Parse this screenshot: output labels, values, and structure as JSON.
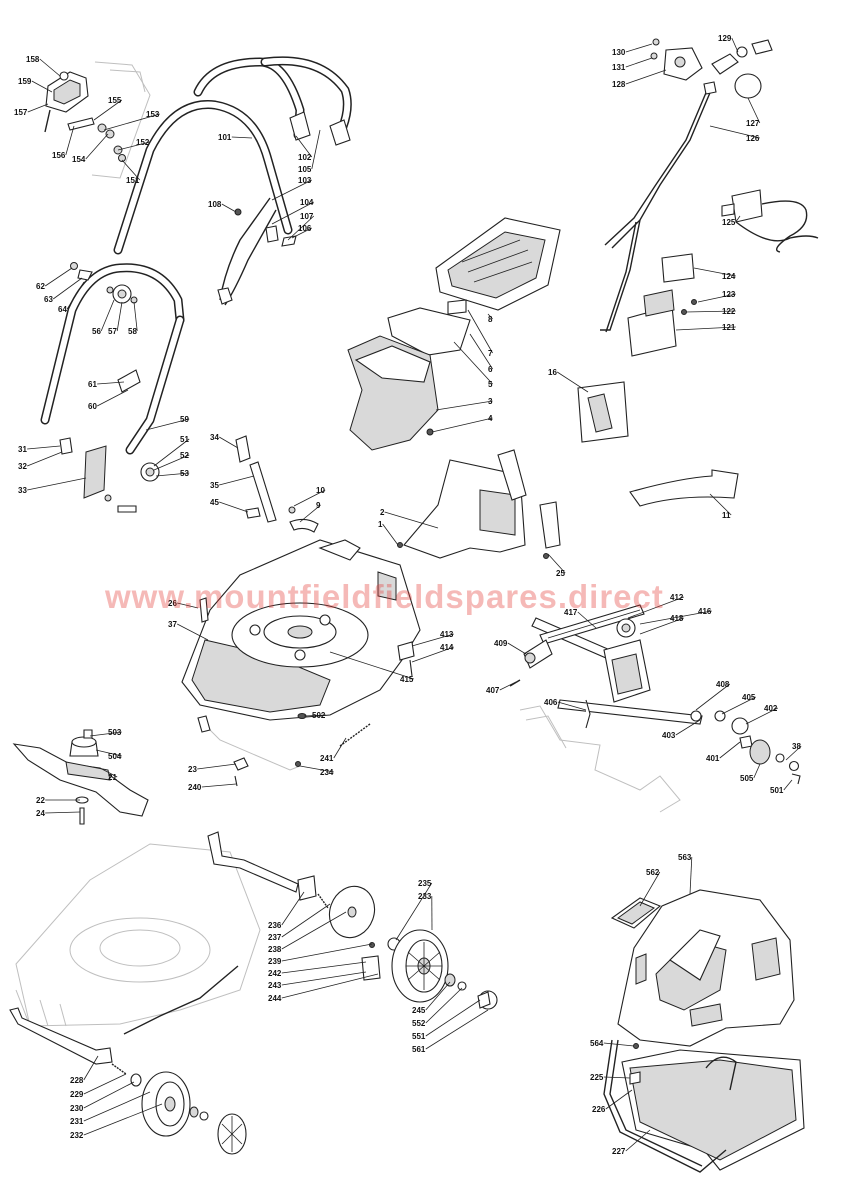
{
  "watermark": "www.mountfieldfieldspares.direct",
  "accent_color": "#e53935",
  "callouts": [
    "158",
    "159",
    "157",
    "155",
    "153",
    "156",
    "154",
    "152",
    "151",
    "101",
    "102",
    "105",
    "103",
    "108",
    "104",
    "107",
    "106",
    "130",
    "131",
    "128",
    "129",
    "127",
    "126",
    "125",
    "124",
    "123",
    "122",
    "121",
    "62",
    "63",
    "64",
    "56",
    "57",
    "58",
    "8",
    "7",
    "6",
    "5",
    "3",
    "4",
    "16",
    "61",
    "60",
    "59",
    "51",
    "52",
    "53",
    "31",
    "32",
    "33",
    "34",
    "35",
    "45",
    "10",
    "9",
    "11",
    "2",
    "1",
    "25",
    "26",
    "37",
    "413",
    "414",
    "415",
    "412",
    "416",
    "417",
    "418",
    "409",
    "407",
    "406",
    "408",
    "405",
    "402",
    "403",
    "401",
    "38",
    "505",
    "501",
    "502",
    "503",
    "504",
    "21",
    "22",
    "24",
    "23",
    "240",
    "241",
    "234",
    "235",
    "233",
    "236",
    "237",
    "238",
    "239",
    "242",
    "243",
    "244",
    "245",
    "552",
    "551",
    "561",
    "562",
    "563",
    "564",
    "225",
    "226",
    "227",
    "228",
    "229",
    "230",
    "231",
    "232"
  ]
}
